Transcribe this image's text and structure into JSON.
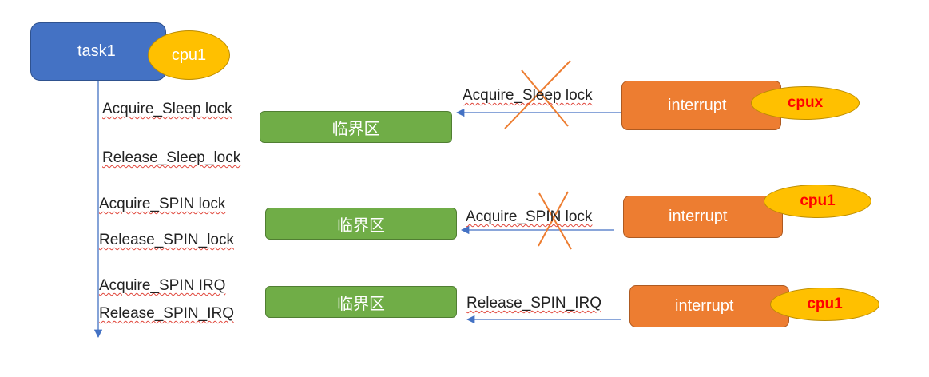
{
  "task": {
    "label": "task1",
    "cpu": "cpu1"
  },
  "rows": [
    {
      "acquire": "Acquire_Sleep lock",
      "release": "Release_Sleep_lock",
      "critical": "临界区",
      "arrow_label": "Acquire_Sleep lock",
      "interrupt": "interrupt",
      "cpu": "cpux",
      "blocked": true
    },
    {
      "acquire": "Acquire_SPIN lock",
      "release": "Release_SPIN_lock",
      "critical": "临界区",
      "arrow_label": "Acquire_SPIN lock",
      "interrupt": "interrupt",
      "cpu": "cpu1",
      "blocked": true
    },
    {
      "acquire": "Acquire_SPIN IRQ",
      "release": "Release_SPIN_IRQ",
      "critical": "临界区",
      "arrow_label": "Release_SPIN_IRQ",
      "interrupt": "interrupt",
      "cpu": "cpu1",
      "blocked": false
    }
  ],
  "colors": {
    "task": "#4472c4",
    "critical": "#70ad47",
    "interrupt": "#ed7d31",
    "cpu": "#ffc000",
    "arrow": "#4472c4",
    "cross": "#ed7d31",
    "cpu_text_red": "#ff0000"
  }
}
